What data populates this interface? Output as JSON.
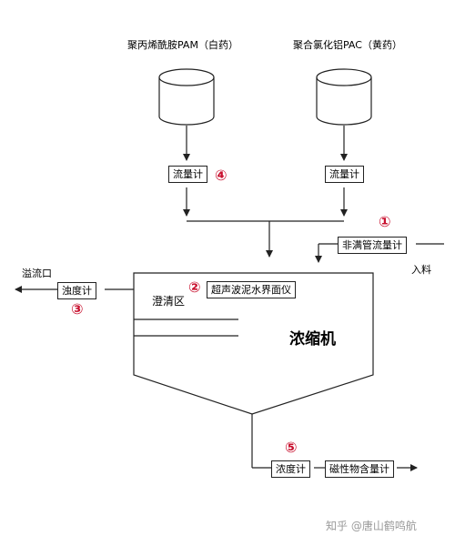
{
  "tanks": {
    "pam_label": "聚丙烯酰胺PAM（白药）",
    "pac_label": "聚合氯化铝PAC（黄药）"
  },
  "meters": {
    "flow_left": "流量计",
    "flow_right": "流量计",
    "partial_pipe_flow": "非满管流量计",
    "turbidity_overflow": "浊度计",
    "ultrasonic_level": "超声波泥水界面仪",
    "concentration": "浓度计",
    "magnetic_content": "磁性物含量计"
  },
  "labels": {
    "overflow_outlet": "溢流口",
    "inlet": "入料",
    "clarification_zone": "澄清区",
    "thickener": "浓缩机"
  },
  "markers": {
    "m1": "①",
    "m2": "②",
    "m3": "③",
    "m4": "④",
    "m5": "⑤"
  },
  "watermark": "知乎 @唐山鹤鸣航",
  "colors": {
    "marker": "#c8102e",
    "line": "#222222"
  }
}
